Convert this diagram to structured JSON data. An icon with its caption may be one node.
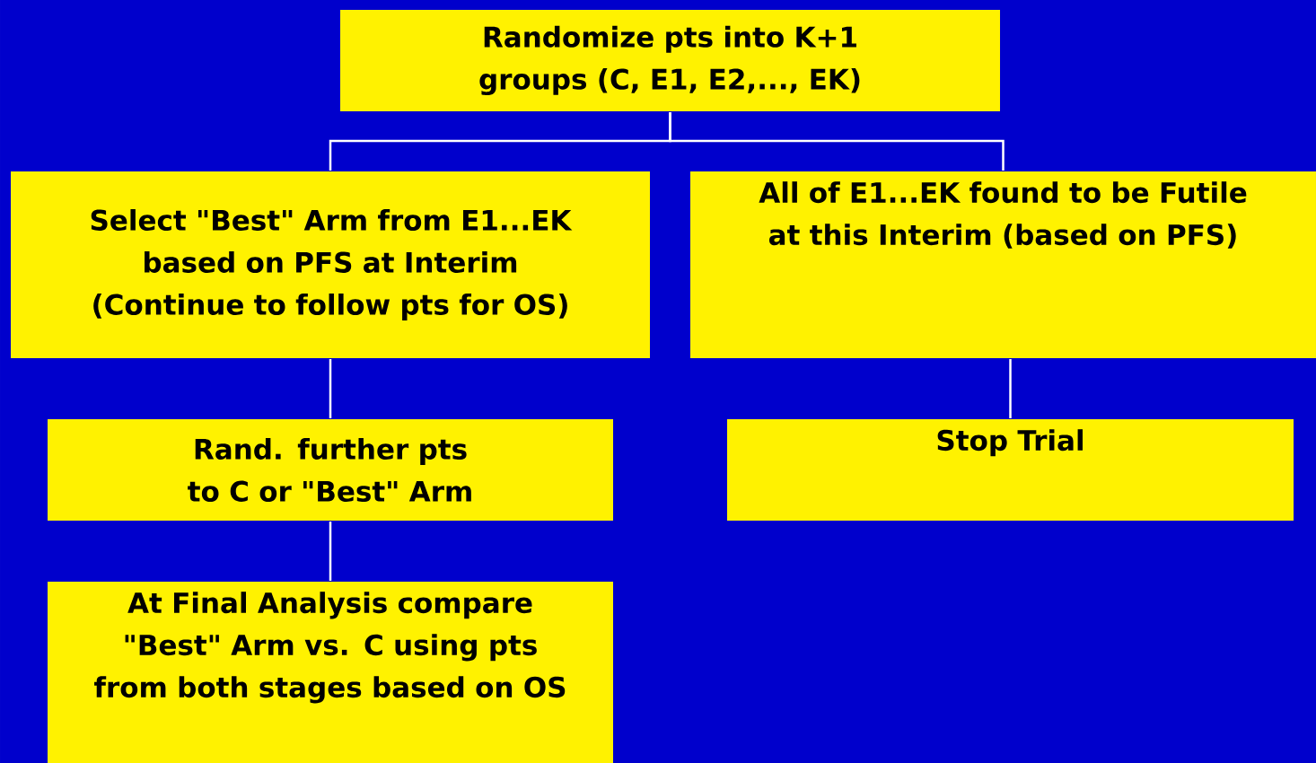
{
  "diagram": {
    "nodes": [
      {
        "text": [
          "Randomize pts into K+1 groups (C, E1, E2,..., EK)"
        ]
      },
      {
        "text": [
          "Select \"Best\" Arm from E1...EK based on PFS at Interim (Continue to follow pts for OS)"
        ]
      },
      {
        "text": [
          "All of E1...EK found to be Futile at this Interim (based on PFS)"
        ]
      },
      {
        "text": [
          "Rand. further pts to C or \"Best\" Arm"
        ]
      },
      {
        "text": [
          "Stop Trial"
        ]
      },
      {
        "text": [
          "At Final Analysis compare \"Best\" Arm vs. C using pts from both stages based on OS"
        ]
      }
    ],
    "edges": [
      {
        "from": 0,
        "to": 1,
        "arrow": "none"
      },
      {
        "from": 0,
        "to": 2,
        "arrow": "none"
      },
      {
        "from": 1,
        "to": 3,
        "arrow": "none"
      },
      {
        "from": 2,
        "to": 4,
        "arrow": "none"
      },
      {
        "from": 3,
        "to": 5,
        "arrow": "none"
      }
    ]
  }
}
